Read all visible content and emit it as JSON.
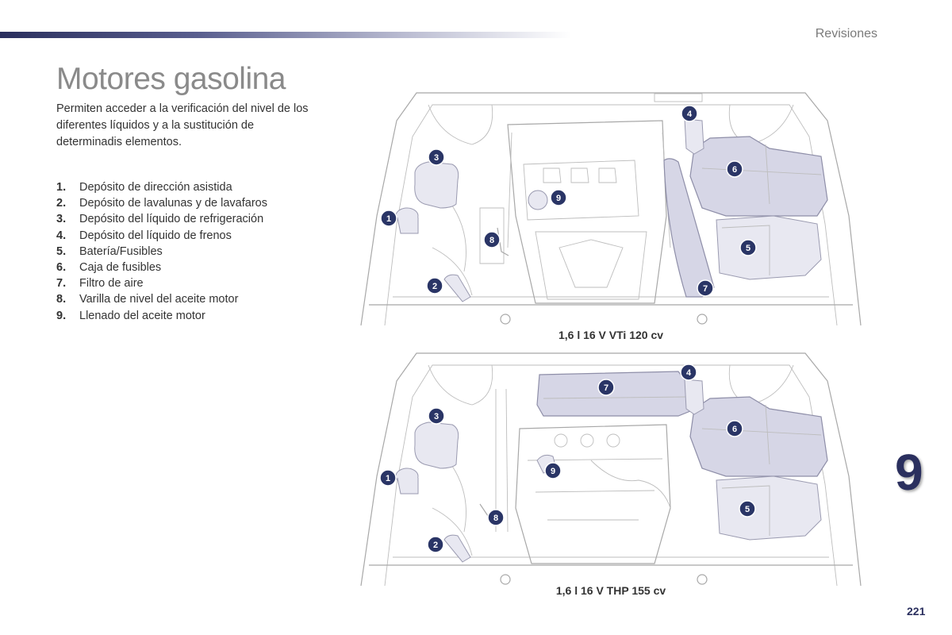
{
  "header": {
    "section_title": "Revisiones"
  },
  "page_title": "Motores gasolina",
  "intro": "Permiten acceder a la verificación del nivel de los diferentes líquidos y a la sustitución de determinadis elementos.",
  "legend": [
    {
      "num": "1.",
      "label": "Depósito de dirección asistida"
    },
    {
      "num": "2.",
      "label": "Depósito de lavalunas y de lavafaros"
    },
    {
      "num": "3.",
      "label": "Depósito del líquido de refrigeración"
    },
    {
      "num": "4.",
      "label": "Depósito del líquido de frenos"
    },
    {
      "num": "5.",
      "label": "Batería/Fusibles"
    },
    {
      "num": "6.",
      "label": "Caja de fusibles"
    },
    {
      "num": "7.",
      "label": "Filtro de aire"
    },
    {
      "num": "8.",
      "label": "Varilla de nivel del aceite motor"
    },
    {
      "num": "9.",
      "label": "Llenado del aceite motor"
    }
  ],
  "figures": [
    {
      "caption": "1,6 l 16 V VTi 120 cv",
      "badges": [
        "1",
        "2",
        "3",
        "4",
        "5",
        "6",
        "7",
        "8",
        "9"
      ]
    },
    {
      "caption": "1,6 l 16 V THP 155 cv",
      "badges": [
        "1",
        "2",
        "3",
        "4",
        "5",
        "6",
        "7",
        "8",
        "9"
      ]
    }
  ],
  "chapter_number": "9",
  "page_number": "221",
  "colors": {
    "accent": "#2a2f5e",
    "badge": "#2a3566",
    "part_fill": "#d6d6e6"
  }
}
